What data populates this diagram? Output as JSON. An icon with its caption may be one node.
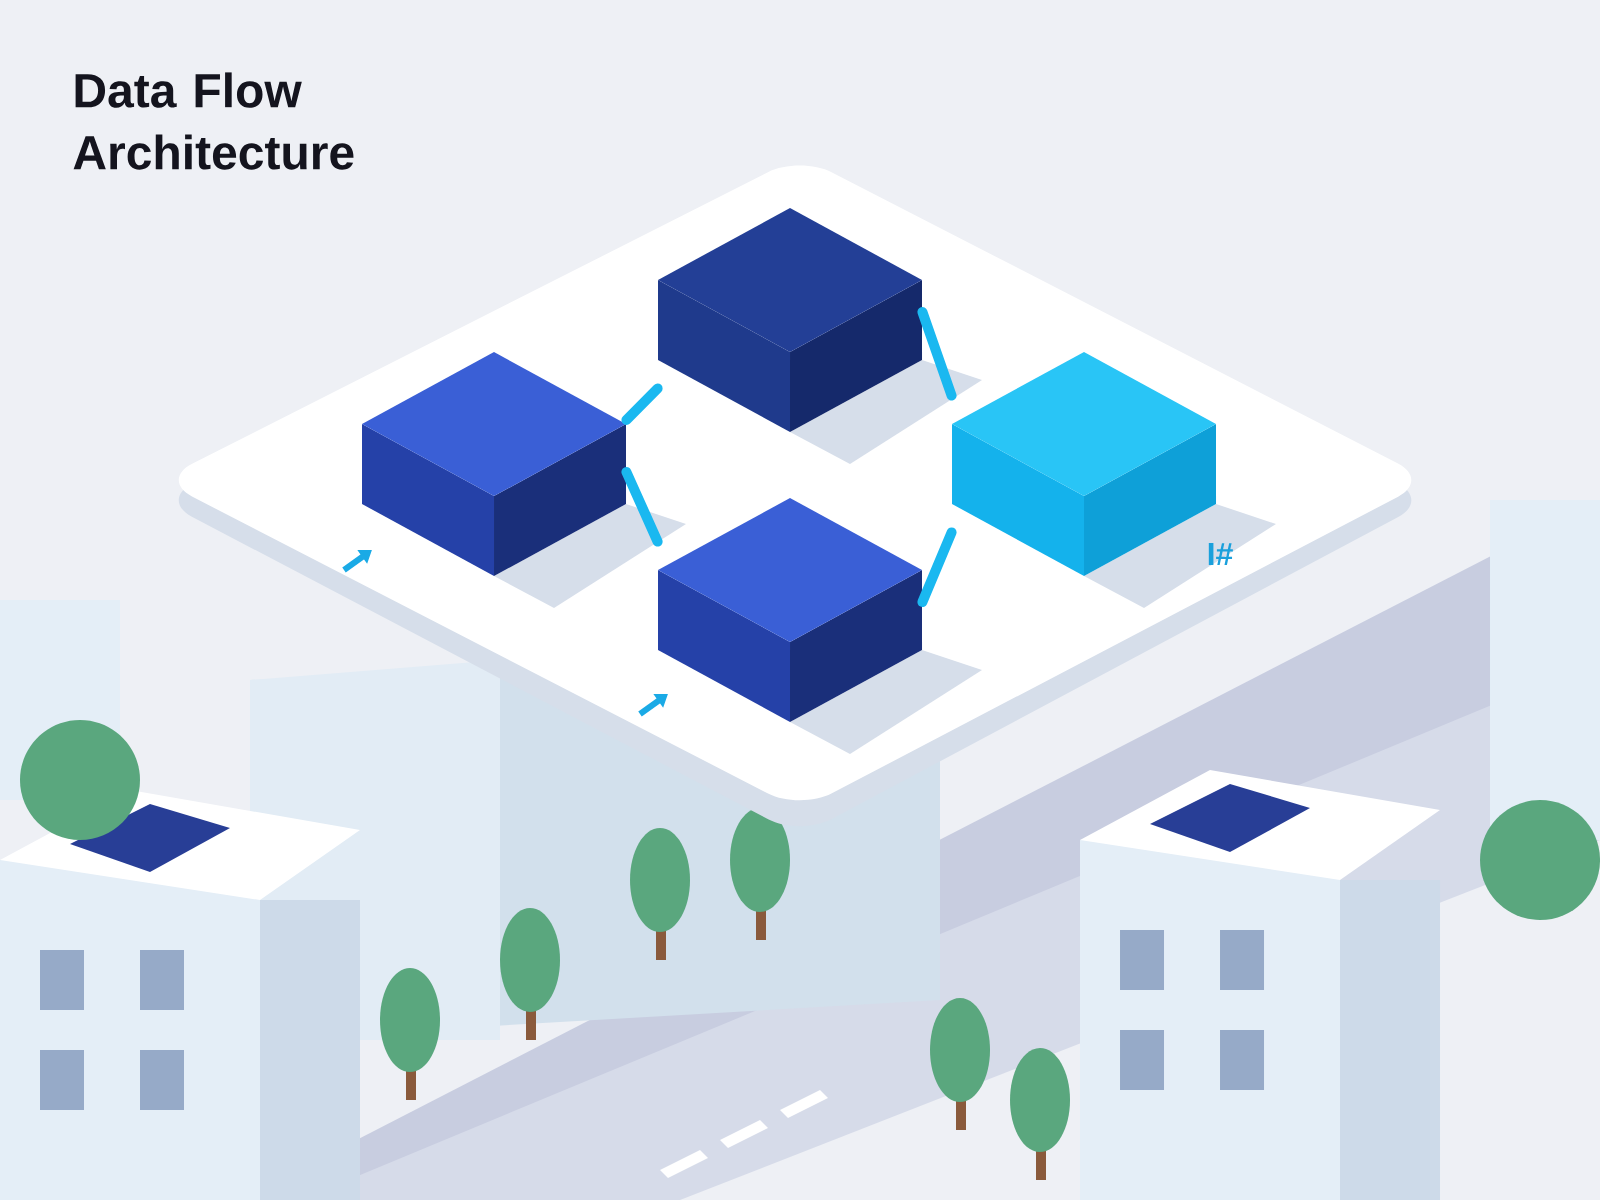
{
  "diagram": {
    "title": "Data Flow Architecture",
    "nodes": [
      {
        "text": [],
        "shape": "cube"
      },
      {
        "text": [],
        "shape": "cube"
      },
      {
        "text": [],
        "shape": "cube"
      },
      {
        "text": [],
        "shape": "cube"
      }
    ],
    "edges": [
      {
        "from": 0,
        "to": 1,
        "arrow": "none"
      },
      {
        "from": 1,
        "to": 2,
        "arrow": "none"
      },
      {
        "from": 0,
        "to": 3,
        "arrow": "none"
      },
      {
        "from": 3,
        "to": 2,
        "arrow": "none"
      }
    ],
    "labels": [
      "I#"
    ]
  }
}
